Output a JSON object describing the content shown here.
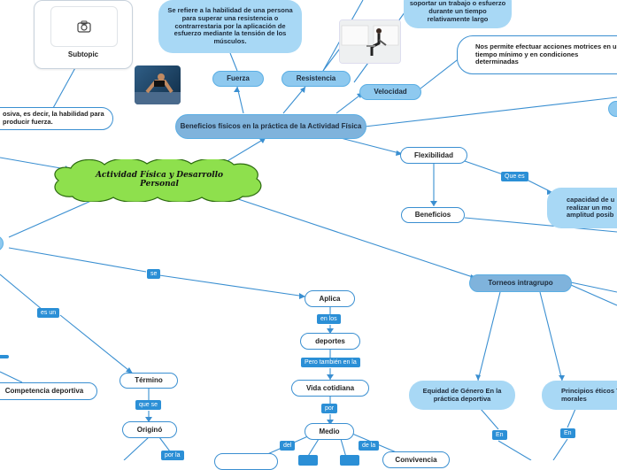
{
  "central": "Actividad Física y Desarrollo Personal",
  "subtopic": "Subtopic",
  "beneficios_fisicos": "Beneficios físicos en la práctica de la Actividad Física",
  "fuerza": "Fuerza",
  "fuerza_desc": "Se refiere a la habilidad de una persona para superar una resistencia o contrarrestaria por la aplicación de esfuerzo mediante la tensión de los músculos.",
  "resistencia": "Resistencia",
  "resistencia_desc": "psíquica que nos ayuda a soportar un trabajo o esfuerzo durante un tiempo relativamente largo",
  "velocidad": "Velocidad",
  "velocidad_desc": "Nos permite efectuar acciones motrices en un tiempo mínimo y en condiciones determinadas",
  "explosiva": "osiva, es decir, la habilidad para producir fuerza.",
  "flexibilidad": "Flexibilidad",
  "que_es": "Que es",
  "flex_desc": "capacidad de u realizar un mo amplitud posib",
  "beneficios": "Beneficios",
  "torneos": "Torneos intragrupo",
  "equidad": "Equidad de Género En la práctica deportiva",
  "principios": "Principios éticos Y morales",
  "en": "En",
  "se": "se",
  "es_un": "es un",
  "competencia": "Competencia deportiva",
  "termino": "Término",
  "que_se": "que se",
  "origino": "Originó",
  "por_la": "por la",
  "aplica": "Aplica",
  "en_los": "en los",
  "deportes": "deportes",
  "pero_tambien": "Pero también en la",
  "vida": "Vida cotidiana",
  "por": "por",
  "medio": "Medio",
  "del": "del",
  "de_la": "de la",
  "convivencia": "Convivencia"
}
